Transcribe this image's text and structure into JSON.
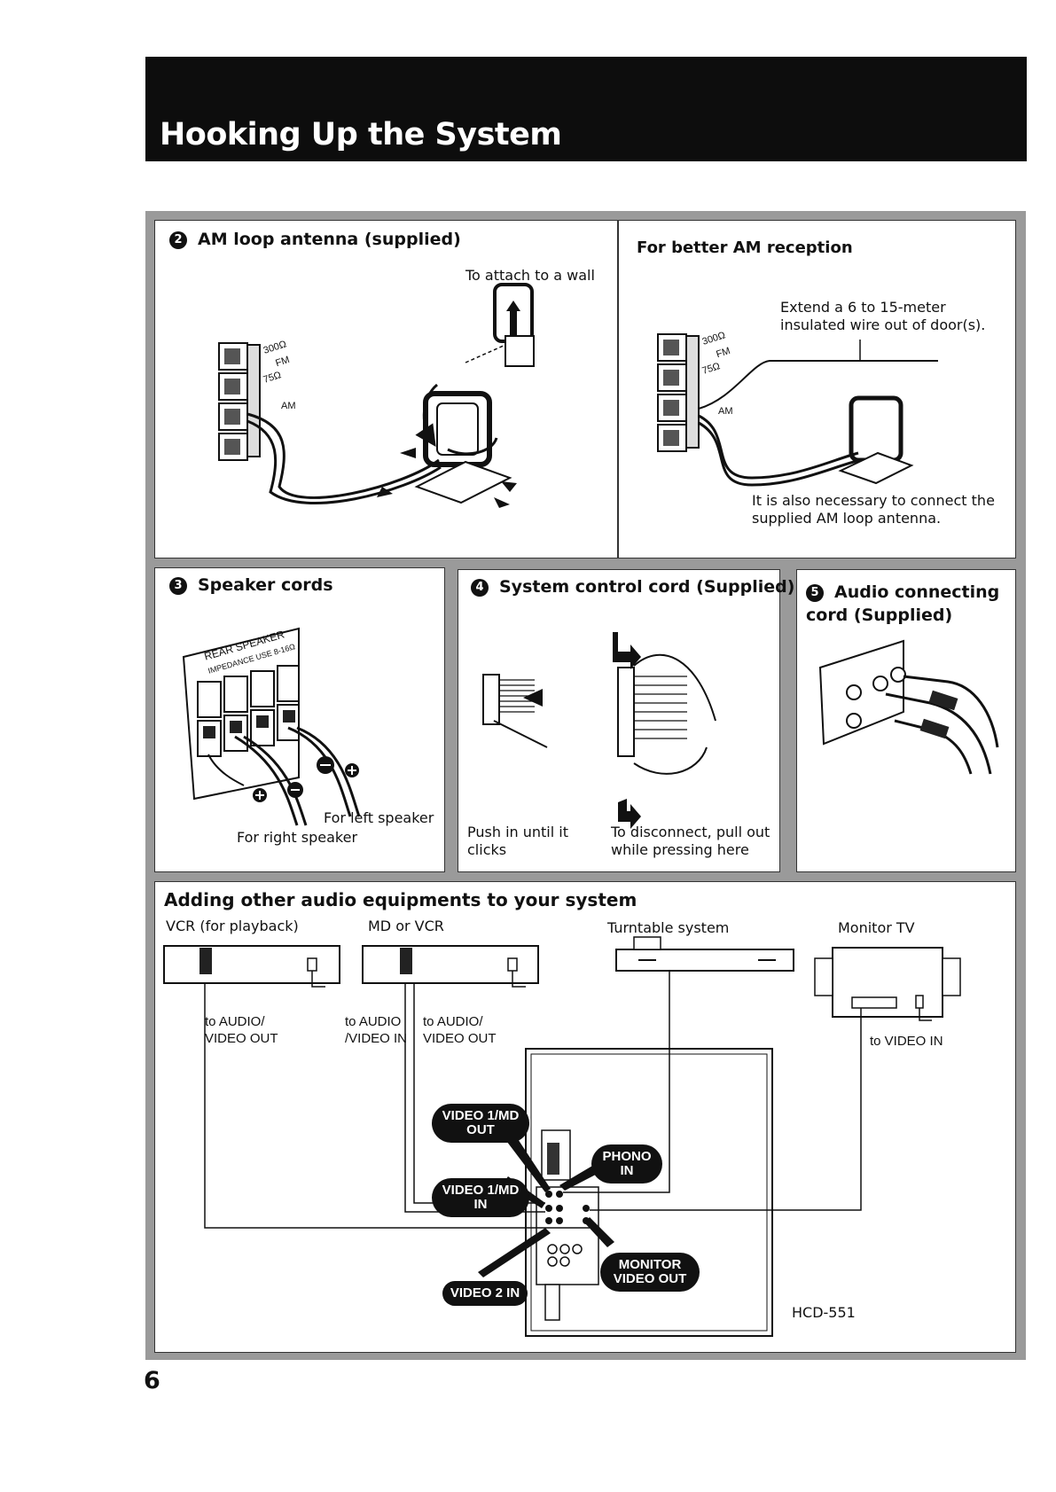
{
  "page": {
    "title": "Hooking Up the System",
    "number": "6"
  },
  "am_antenna": {
    "marker": "2",
    "title": "AM loop antenna (supplied)",
    "wall_caption": "To attach to a wall",
    "terminal_labels": [
      "300Ω",
      "FM",
      "75Ω",
      "AM"
    ]
  },
  "better_am": {
    "title": "For better AM reception",
    "wire_note": "Extend a 6 to 15-meter insulated wire out of door(s).",
    "loop_note": "It is also necessary to connect the supplied AM loop antenna.",
    "terminal_labels": [
      "300Ω",
      "FM",
      "75Ω",
      "AM"
    ]
  },
  "speaker_cords": {
    "marker": "3",
    "title": "Speaker cords",
    "panel_label": "REAR SPEAKER",
    "panel_sublabel": "IMPEDANCE USE 8-16Ω",
    "left_caption": "For left speaker",
    "right_caption": "For right speaker"
  },
  "system_control": {
    "marker": "4",
    "title": "System control cord (Supplied)",
    "push_caption": "Push in until it clicks",
    "disconnect_caption": "To disconnect, pull out while pressing here"
  },
  "audio_cord": {
    "marker": "5",
    "title": "Audio connecting cord (Supplied)"
  },
  "other_equipment": {
    "title": "Adding other audio equipments to your system",
    "devices": {
      "vcr_playback": "VCR (for playback)",
      "md_or_vcr": "MD or VCR",
      "turntable": "Turntable system",
      "monitor_tv": "Monitor TV"
    },
    "connections": {
      "vcr_out": "to AUDIO/ VIDEO OUT",
      "md_in": "to AUDIO /VIDEO IN",
      "md_out": "to AUDIO/ VIDEO OUT",
      "tv_in": "to VIDEO IN"
    },
    "jacks": {
      "video1_md_out": "VIDEO 1/MD OUT",
      "phono_in": "PHONO IN",
      "video1_md_in": "VIDEO 1/MD IN",
      "monitor_video_out": "MONITOR VIDEO OUT",
      "video2_in": "VIDEO 2 IN"
    },
    "model": "HCD-551"
  }
}
